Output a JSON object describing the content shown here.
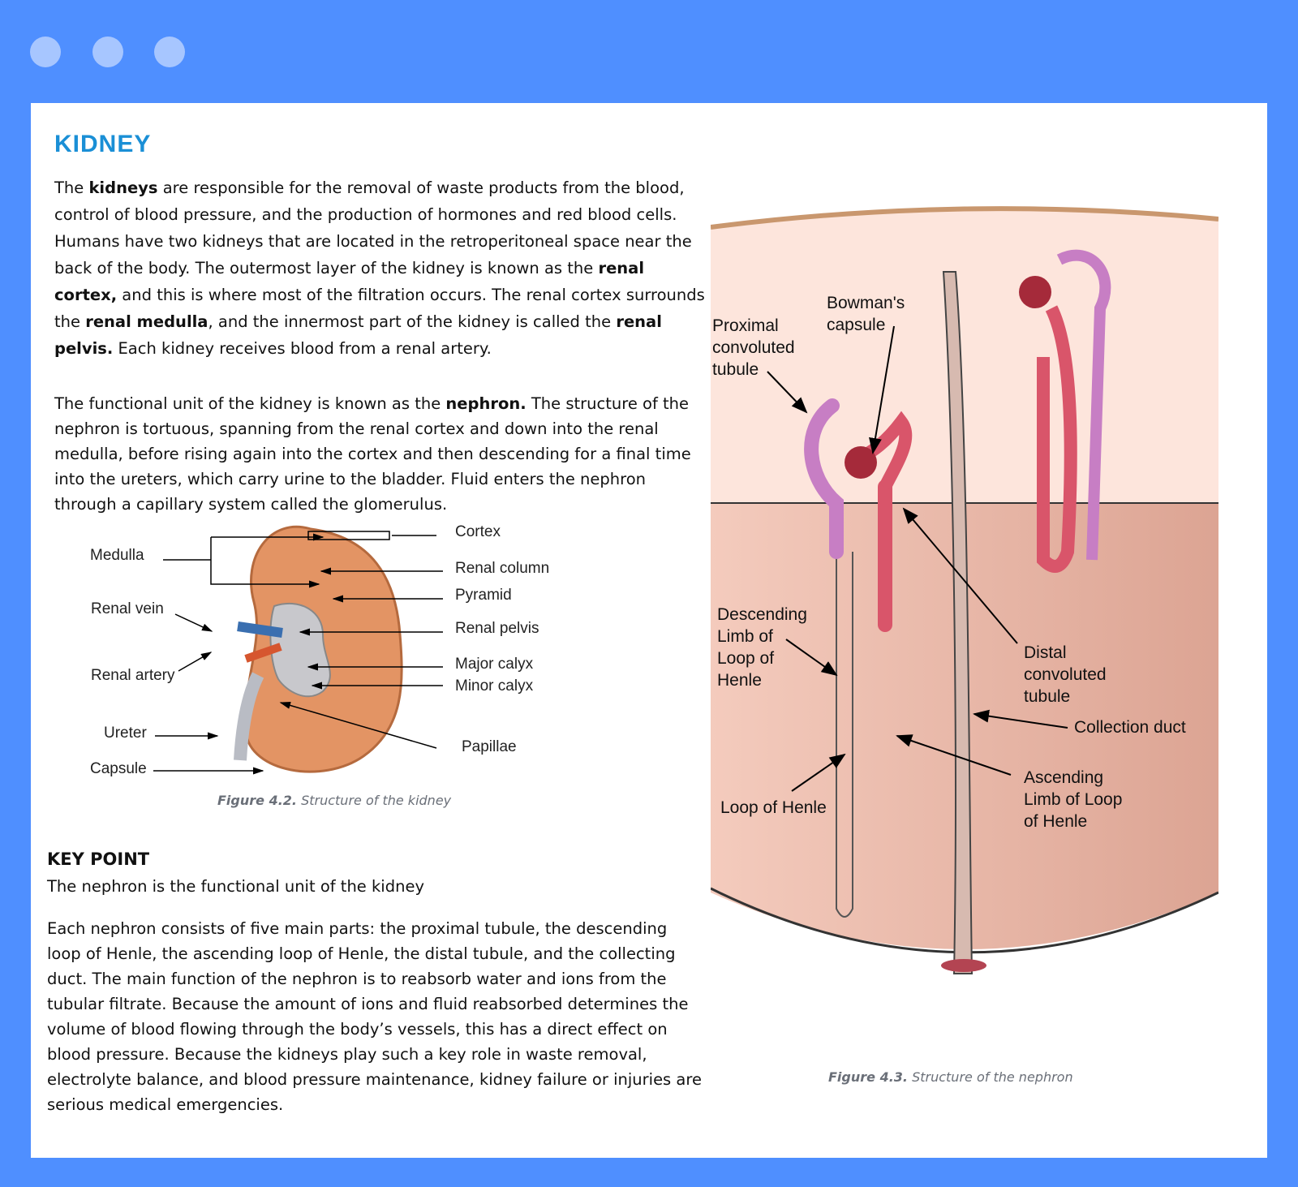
{
  "window": {
    "controls": [
      "dot-1",
      "dot-2",
      "dot-3"
    ]
  },
  "title": "KIDNEY",
  "para1": {
    "t1": "The ",
    "b1": "kidneys",
    "t2": " are responsible for the removal of waste products from the blood, control of blood pressure, and the production of hormones and red blood cells. Humans have two kidneys that are located in the retroperitoneal space near the back of the body. The outermost layer of the kidney is known as the ",
    "b2": "renal cortex,",
    "t3": " and this is where most of the filtration occurs. The renal cortex surrounds the ",
    "b3": "renal medulla",
    "t4": ", and the innermost part of the kidney is called the ",
    "b4": "renal pelvis.",
    "t5": " Each kidney receives blood from a renal artery."
  },
  "para2": {
    "t1": "The functional unit of the kidney is known as the ",
    "b1": "nephron.",
    "t2": " The structure of the nephron is tortuous, spanning from the renal cortex and down into the renal medulla, before rising again into the cortex and then descending for a final time into the ureters, which carry urine to the bladder. Fluid enters the nephron through a capillary system called the glomerulus."
  },
  "figure_kidney": {
    "labels": {
      "medulla": "Medulla",
      "renal_vein": "Renal vein",
      "renal_artery": "Renal artery",
      "ureter": "Ureter",
      "capsule": "Capsule",
      "cortex": "Cortex",
      "renal_column": "Renal column",
      "pyramid": "Pyramid",
      "renal_pelvis": "Renal pelvis",
      "major_calyx": "Major calyx",
      "minor_calyx": "Minor calyx",
      "papillae": "Papillae"
    },
    "caption_num": "Figure 4.2.",
    "caption_text": " Structure of the kidney"
  },
  "key_point": {
    "title": "KEY POINT",
    "text": "The nephron is the functional unit of the kidney"
  },
  "para3": "Each nephron consists of five main parts: the proximal tubule, the descending loop of Henle, the ascending loop of Henle, the distal tubule, and the collecting duct. The main function of the nephron is to reabsorb water and ions from the tubular filtrate. Because the amount of ions and fluid reabsorbed determines the volume of blood flowing through the body’s vessels, this has a direct effect on blood pressure. Because the kidneys play such a key role in waste removal, electrolyte balance, and blood pressure maintenance, kidney failure or injuries are serious medical emergencies.",
  "figure_nephron": {
    "labels": {
      "bowmans_1": "Bowman's",
      "bowmans_2": "capsule",
      "proximal_1": "Proximal",
      "proximal_2": "convoluted",
      "proximal_3": "tubule",
      "descending_1": "Descending",
      "descending_2": "Limb of",
      "descending_3": "Loop of",
      "descending_4": "Henle",
      "loop": "Loop of Henle",
      "distal_1": "Distal",
      "distal_2": "convoluted",
      "distal_3": "tubule",
      "collection": "Collection duct",
      "ascending_1": "Ascending",
      "ascending_2": "Limb of Loop",
      "ascending_3": "of Henle"
    },
    "caption_num": "Figure 4.3.",
    "caption_text": " Structure of the nephron"
  },
  "colors": {
    "frame": "#4f8fff",
    "title": "#1a8fd6",
    "caption": "#6a6f78",
    "tubule_pink": "#d9556a",
    "tubule_purple": "#c77ec4"
  }
}
